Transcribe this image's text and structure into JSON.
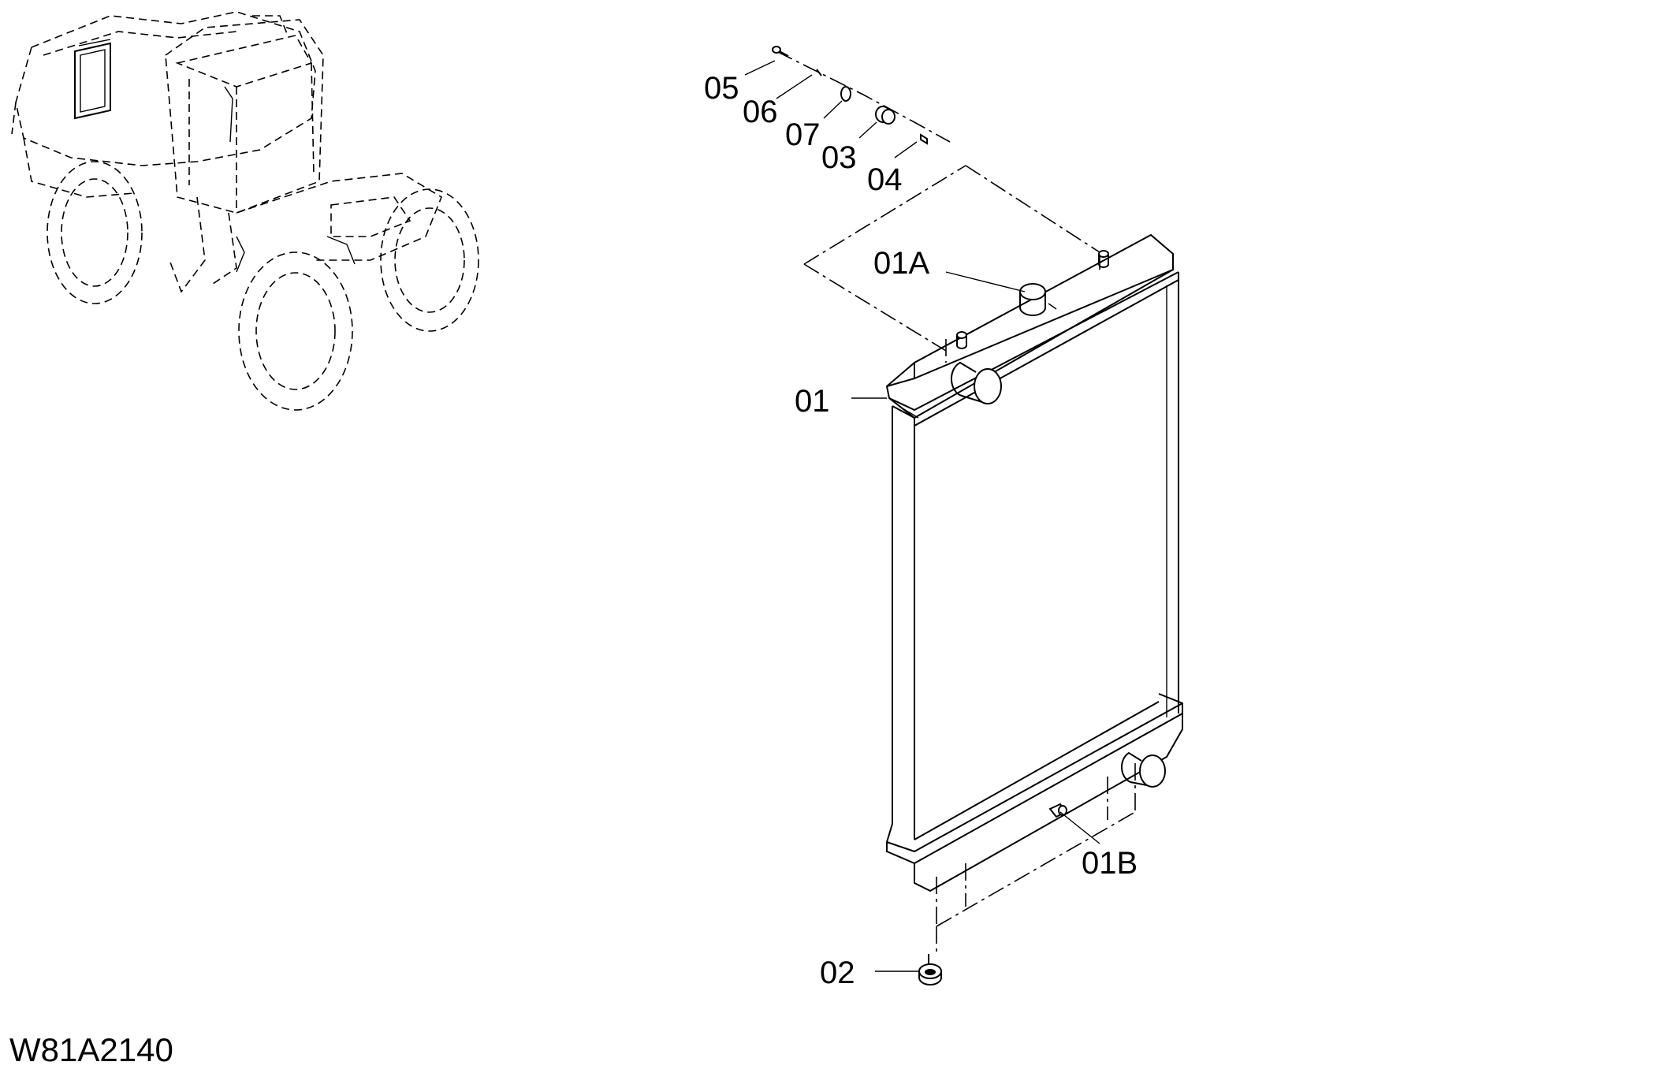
{
  "document": {
    "drawing_id": "W81A2140"
  },
  "callouts": [
    {
      "id": "c05",
      "label": "05"
    },
    {
      "id": "c06",
      "label": "06"
    },
    {
      "id": "c07",
      "label": "07"
    },
    {
      "id": "c03",
      "label": "03"
    },
    {
      "id": "c04",
      "label": "04"
    },
    {
      "id": "c01A",
      "label": "01A"
    },
    {
      "id": "c01",
      "label": "01"
    },
    {
      "id": "c01B",
      "label": "01B"
    },
    {
      "id": "c02",
      "label": "02"
    }
  ]
}
